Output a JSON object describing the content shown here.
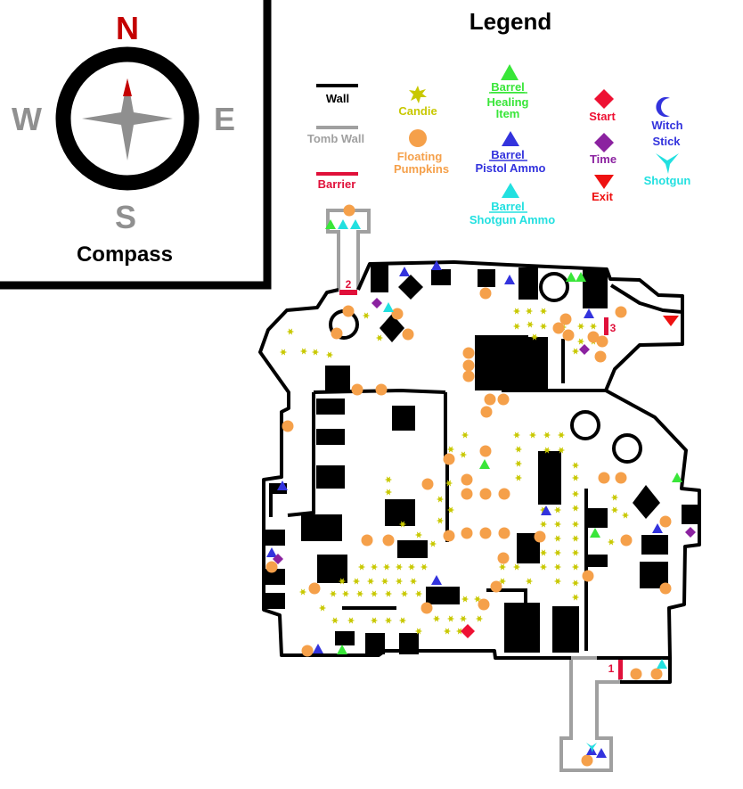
{
  "compass": {
    "north": "N",
    "south": "S",
    "east": "E",
    "west": "W",
    "title": "Compass"
  },
  "legend": {
    "title": "Legend",
    "items": {
      "wall": "Wall",
      "tomb_wall": "Tomb Wall",
      "barrier": "Barrier",
      "candie": "Candie",
      "floating_pumpkins": [
        "Floating",
        "Pumpkins"
      ],
      "barrel_heal": [
        "Barrel",
        "Healing",
        "Item"
      ],
      "barrel_pistol": [
        "Barrel",
        "Pistol Ammo"
      ],
      "barrel_shotgun": [
        "Barrel",
        "Shotgun Ammo"
      ],
      "start": "Start",
      "time": "Time",
      "exit": "Exit",
      "witch_stick": [
        "Witch",
        "Stick"
      ],
      "shotgun": "Shotgun"
    }
  },
  "barriers": [
    "1",
    "2",
    "3"
  ],
  "colors": {
    "wall": "#000000",
    "tomb_wall": "#a0a0a0",
    "barrier": "#e0103a",
    "north": "#c40000",
    "compass_gray": "#909090",
    "candie": "#c8c800",
    "pumpkin": "#f5a04a",
    "heal": "#39e639",
    "pistol": "#3333dd",
    "shotgun_ammo": "#22e0e0",
    "start": "#ee1133",
    "time": "#8b22a0",
    "exit": "#ee1111"
  }
}
